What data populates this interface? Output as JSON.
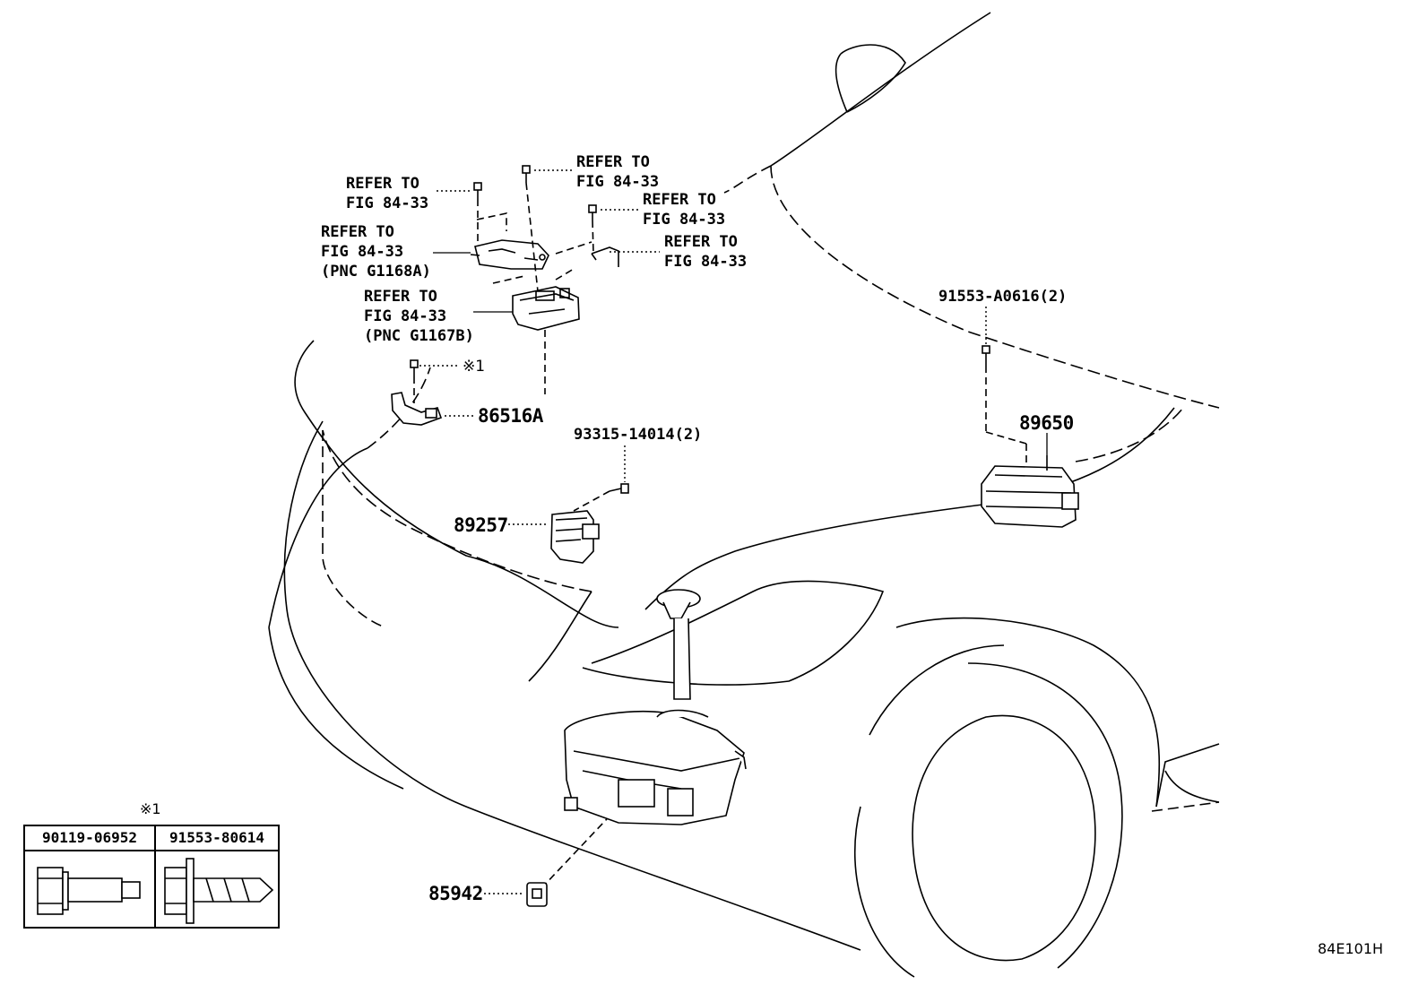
{
  "labels": {
    "refer1": "REFER TO\nFIG 84-33",
    "refer2": "REFER TO\nFIG 84-33",
    "refer3": "REFER TO\nFIG 84-33",
    "refer4": "REFER TO\nFIG 84-33",
    "refer5": "REFER TO\nFIG 84-33\n(PNC G1168A)",
    "refer6": "REFER TO\nFIG 84-33\n(PNC G1167B)",
    "mark_note": "※1",
    "part_86516A": "86516A",
    "part_93315": "93315-14014(2)",
    "part_89257": "89257",
    "part_91553A": "91553-A0616(2)",
    "part_89650": "89650",
    "part_85942": "85942"
  },
  "legend": {
    "mark": "※1",
    "col1": "90119-06952",
    "col2": "91553-80614"
  },
  "figure_id": "84E101H"
}
